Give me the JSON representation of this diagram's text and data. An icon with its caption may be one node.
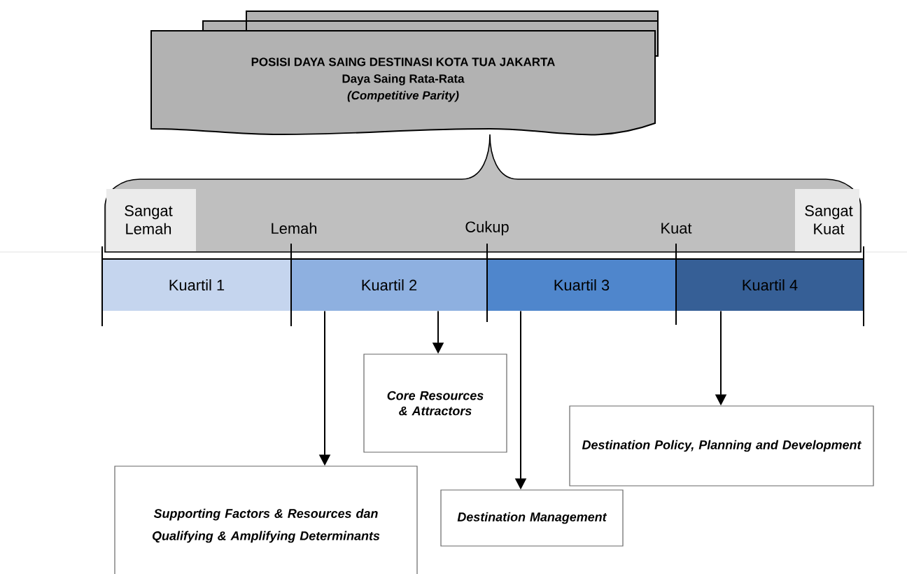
{
  "diagram": {
    "nodes": [
      {
        "text": [
          "POSISI DAYA SAING DESTINASI KOTA TUA JAKARTA",
          "Daya Saing Rata-Rata",
          "(Competitive Parity)"
        ]
      },
      {
        "text": [
          "Kuartil 1"
        ]
      },
      {
        "text": [
          "Kuartil 2"
        ]
      },
      {
        "text": [
          "Kuartil 3"
        ]
      },
      {
        "text": [
          "Kuartil 4"
        ]
      },
      {
        "text": [
          "Core Resources & Attractors"
        ]
      },
      {
        "text": [
          "Supporting Factors & Resources dan",
          "Qualifying & Amplifying Determinants"
        ]
      },
      {
        "text": [
          "Destination Management"
        ]
      },
      {
        "text": [
          "Destination Policy, Planning and Development"
        ]
      }
    ],
    "edges": [
      {
        "from": 2,
        "to": 6,
        "arrow": "to"
      },
      {
        "from": 2,
        "to": 5,
        "arrow": "to"
      },
      {
        "from": 3,
        "to": 7,
        "arrow": "to"
      },
      {
        "from": 4,
        "to": 8,
        "arrow": "to"
      }
    ],
    "labels": [
      "Sangat Lemah",
      "Lemah",
      "Cukup",
      "Kuat",
      "Sangat Kuat"
    ]
  }
}
